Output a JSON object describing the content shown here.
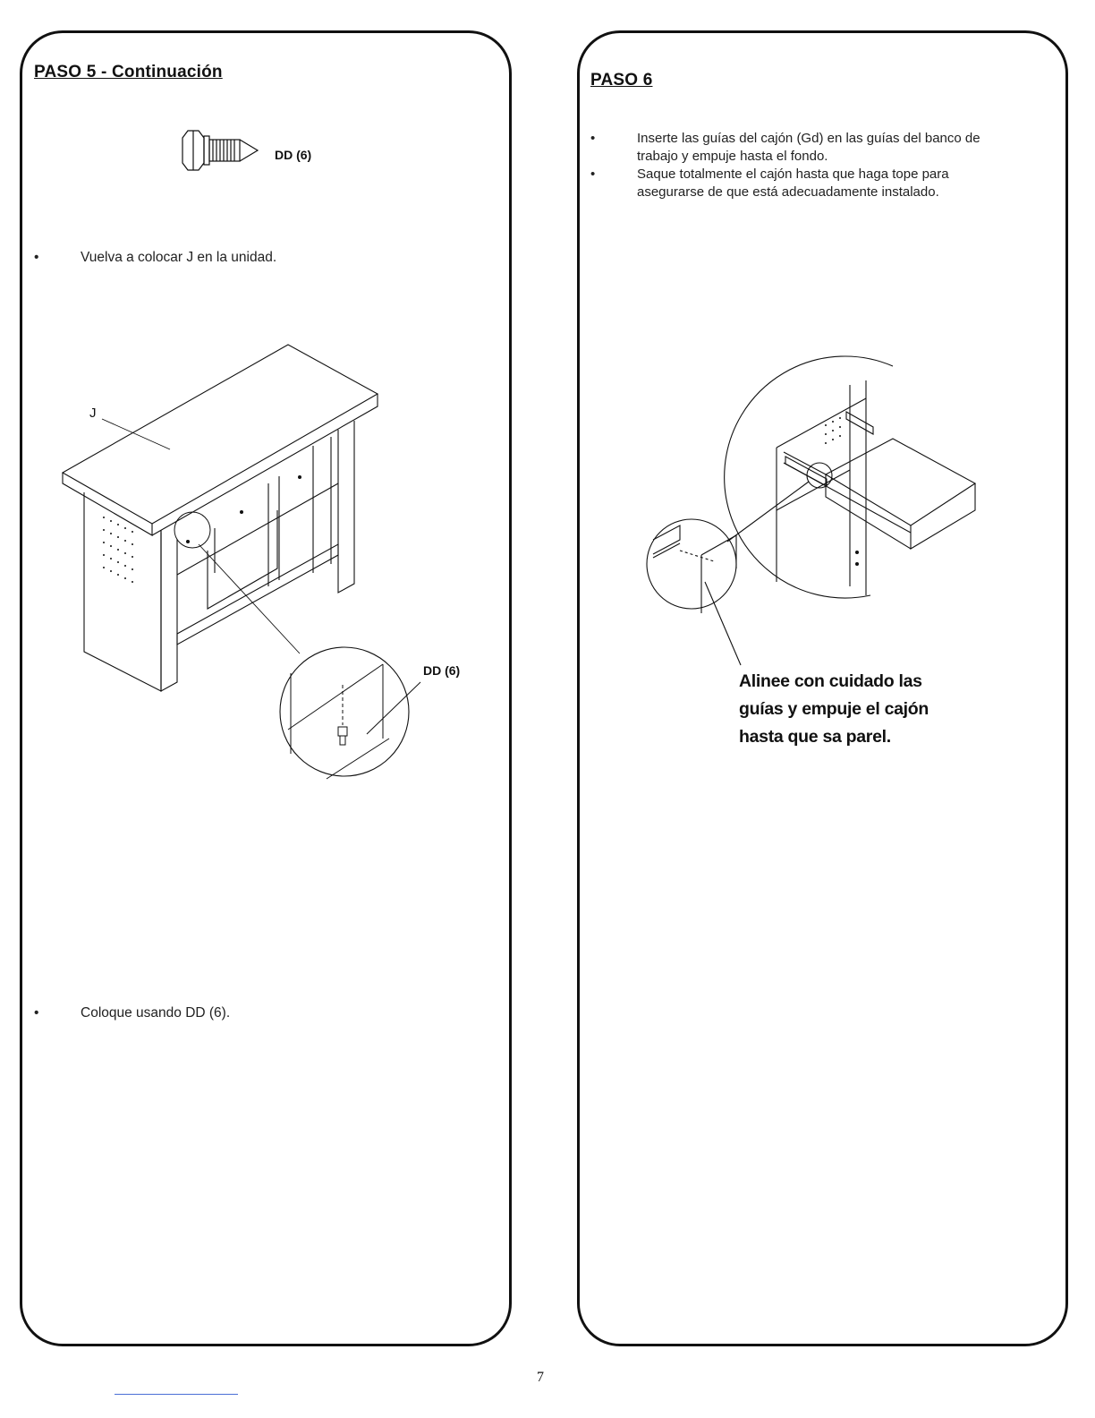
{
  "left": {
    "title": "PASO 5 - Continuación",
    "screw_label": "DD (6)",
    "bullet1": "Vuelva a colocar J en la unidad.",
    "part_j": "J",
    "detail_label": "DD (6)",
    "bullet2": "Coloque usando DD (6)."
  },
  "right": {
    "title": "PASO 6",
    "bullets": [
      [
        "Inserte las guías del cajón (Gd) en las guías del banco de",
        "trabajo y empuje hasta el fondo."
      ],
      [
        "Saque totalmente el cajón hasta que haga tope para",
        "asegurarse de que está adecuadamente instalado."
      ]
    ],
    "callout": [
      "Alinee con cuidado las",
      "guías y empuje el cajón",
      "hasta que sa parel."
    ]
  },
  "bullet_char": "•",
  "page_number": "7"
}
